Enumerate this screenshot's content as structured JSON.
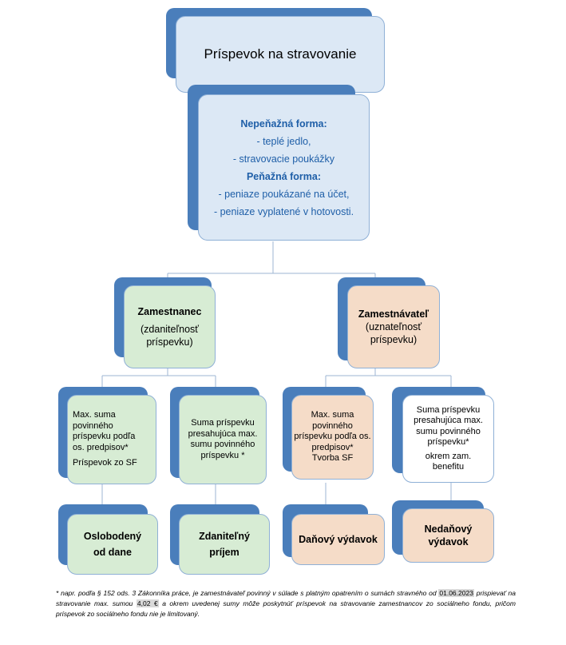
{
  "title": "Príspevok na stravovanie",
  "forms": {
    "nonmonetary_heading": "Nepeňažná forma:",
    "nonmonetary_items": [
      "- teplé jedlo,",
      "- stravovacie poukážky"
    ],
    "monetary_heading": "Peňažná forma:",
    "monetary_items": [
      "- peniaze poukázané na účet,",
      "- peniaze vyplatené v hotovosti."
    ]
  },
  "employee": {
    "title": "Zamestnanec",
    "subtitle_line1": "(zdaniteľnosť",
    "subtitle_line2": "príspevku)",
    "left_box": {
      "line1": "Max. suma",
      "line2": "povinného",
      "line3": "príspevku podľa",
      "line4": "os. predpisov*",
      "line5": "Príspevok zo SF"
    },
    "right_box": {
      "line1": "Suma príspevku",
      "line2": "presahujúca max.",
      "line3": "sumu povinného",
      "line4": "príspevku *"
    },
    "left_result_1": "Oslobodený",
    "left_result_2": "od dane",
    "right_result_1": "Zdaniteľný",
    "right_result_2": "príjem"
  },
  "employer": {
    "title": "Zamestnávateľ",
    "subtitle_line1": "(uznateľnosť",
    "subtitle_line2": "príspevku)",
    "left_box": {
      "line1": "Max. suma",
      "line2": "povinného",
      "line3": "príspevku podľa os.",
      "line4": "predpisov*",
      "line5": "Tvorba SF"
    },
    "right_box": {
      "line1": "Suma príspevku",
      "line2": "presahujúca max.",
      "line3": "sumu povinného",
      "line4": "príspevku*",
      "line5": "okrem zam.",
      "line6": "benefitu"
    },
    "left_result": "Daňový výdavok",
    "right_result_1": "Nedaňový",
    "right_result_2": "výdavok"
  },
  "footnote": {
    "part1": "* napr. podľa § 152 ods. 3 Zákonníka práce, je zamestnávateľ povinný v súlade s platným opatrením o sumách stravného od ",
    "date": "01.06.2023",
    "part2": " prispievať na stravovanie max. sumou ",
    "amount": "4,02 €",
    "part3": " a okrem uvedenej sumy môže poskytnúť príspevok na stravovanie zamestnancov zo sociálneho fondu, pričom príspevok zo sociálneho fondu nie je limitovaný."
  },
  "colors": {
    "accent_blue": "#4a7ebb",
    "box_blue": "#dce8f5",
    "box_green": "#d7ecd4",
    "box_peach": "#f5dcc8",
    "text_blue": "#1f5fa8"
  }
}
